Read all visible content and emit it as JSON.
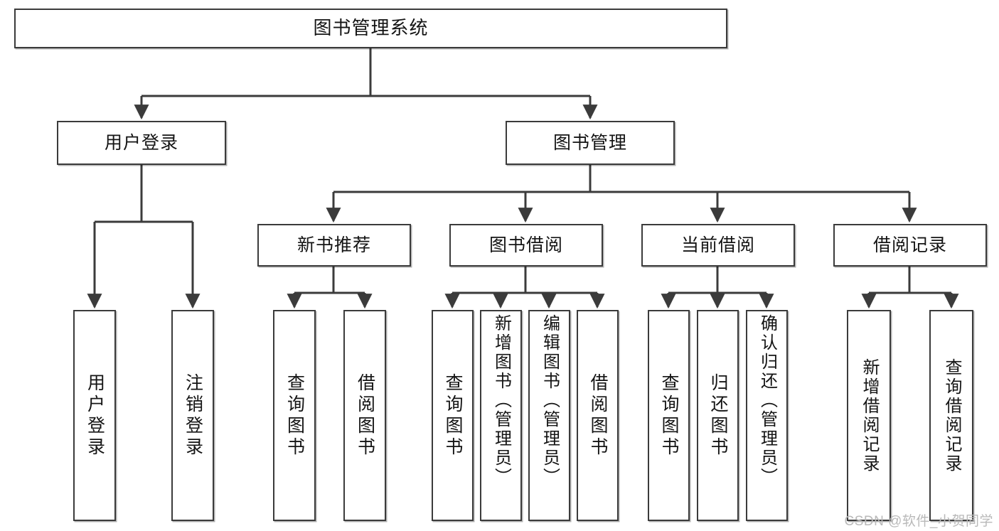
{
  "diagram": {
    "type": "tree-hierarchy-chart",
    "title": "图书管理系统",
    "watermark": "CSDN @软件_小贺同学",
    "line_color": "#3b3b3b",
    "box_fill": "#ffffff",
    "text_color": "#141414",
    "watermark_color": "#b9b9b9"
  },
  "root": {
    "label": "图书管理系统"
  },
  "level2": [
    {
      "label": "用户登录"
    },
    {
      "label": "图书管理"
    }
  ],
  "level3": [
    {
      "label": "新书推荐"
    },
    {
      "label": "图书借阅"
    },
    {
      "label": "当前借阅"
    },
    {
      "label": "借阅记录"
    }
  ],
  "leaves": {
    "user_login": [
      {
        "label": "用户登录"
      },
      {
        "label": "注销登录"
      }
    ],
    "new_book_recommend": [
      {
        "label": "查询图书"
      },
      {
        "label": "借阅图书"
      }
    ],
    "book_borrow": [
      {
        "label": "查询图书"
      },
      {
        "label": "新增图书（管理员）"
      },
      {
        "label": "编辑图书（管理员）"
      },
      {
        "label": "借阅图书"
      }
    ],
    "current_borrow": [
      {
        "label": "查询图书"
      },
      {
        "label": "归还图书"
      },
      {
        "label": "确认归还（管理员）"
      }
    ],
    "borrow_record": [
      {
        "label": "新增借阅记录"
      },
      {
        "label": "查询借阅记录"
      }
    ]
  }
}
